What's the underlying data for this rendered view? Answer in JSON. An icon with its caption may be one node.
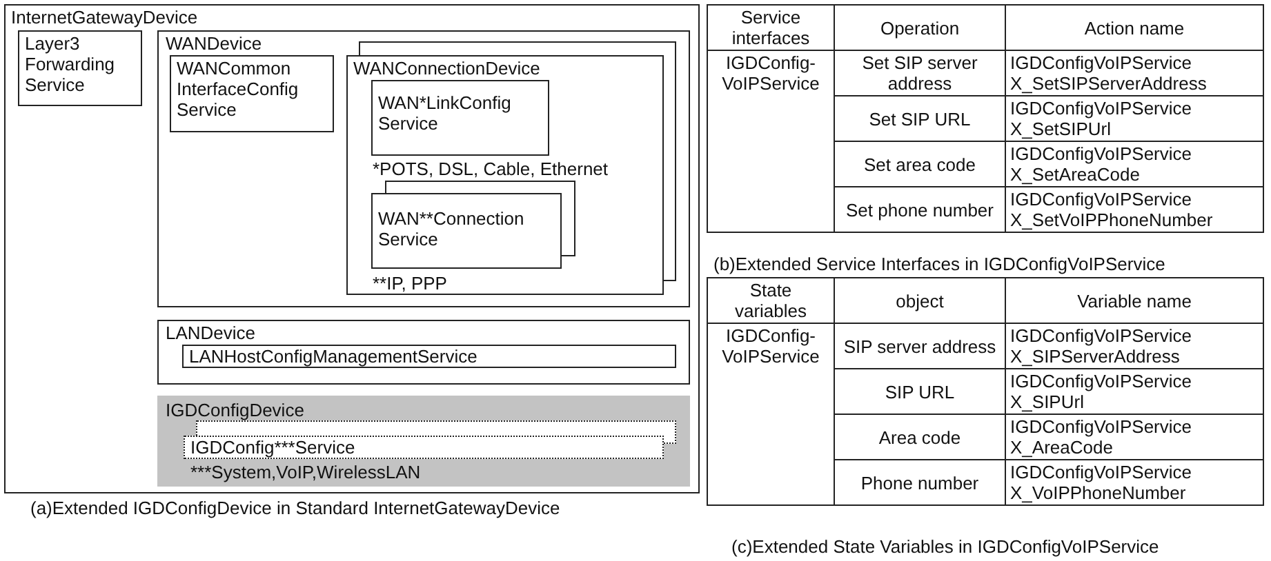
{
  "diagram": {
    "nodes": [
      {
        "text": [
          "InternetGatewayDevice"
        ]
      },
      {
        "text": [
          "Layer3 Forwarding Service"
        ],
        "in": 0
      },
      {
        "text": [
          "WANDevice"
        ],
        "in": 0
      },
      {
        "text": [
          "WANCommon InterfaceConfig Service"
        ],
        "in": 2
      },
      {
        "text": [
          "WANConnectionDevice"
        ],
        "in": 2
      },
      {
        "text": [
          "WAN*LinkConfig Service"
        ],
        "in": 4,
        "beside": [
          "*POTS, DSL, Cable, Ethernet"
        ]
      },
      {
        "text": [
          "WAN**Connection Service"
        ],
        "in": 4,
        "beside": [
          "**IP, PPP"
        ]
      },
      {
        "text": [
          "LANDevice"
        ],
        "in": 0
      },
      {
        "text": [
          "LANHostConfigManagementService"
        ],
        "in": 7
      },
      {
        "text": [
          "IGDConfigDevice"
        ],
        "in": 0
      },
      {
        "text": [
          "IGDConfig***Service"
        ],
        "in": 9,
        "beside": [
          "***System,VoIP,WirelessLAN"
        ]
      }
    ],
    "labels": [
      "(a)Extended IGDConfigDevice in Standard InternetGatewayDevice",
      "Service interfaces",
      "Operation",
      "Action name",
      "IGDConfig-VoIPService",
      "Set SIP server address",
      "IGDConfigVoIPService X_SetSIPServerAddress",
      "Set SIP URL",
      "IGDConfigVoIPService X_SetSIPUrl",
      "Set area code",
      "IGDConfigVoIPService X_SetAreaCode",
      "Set phone number",
      "IGDConfigVoIPService X_SetVoIPPhoneNumber",
      "(b)Extended Service Interfaces in IGDConfigVoIPService",
      "State variables",
      "object",
      "Variable name",
      "IGDConfig-VoIPService",
      "SIP server address",
      "IGDConfigVoIPService X_SIPServerAddress",
      "SIP URL",
      "IGDConfigVoIPService X_SIPUrl",
      "Area code",
      "IGDConfigVoIPService X_AreaCode",
      "Phone number",
      "IGDConfigVoIPService X_VoIPPhoneNumber",
      "(c)Extended State Variables in IGDConfigVoIPService"
    ]
  }
}
